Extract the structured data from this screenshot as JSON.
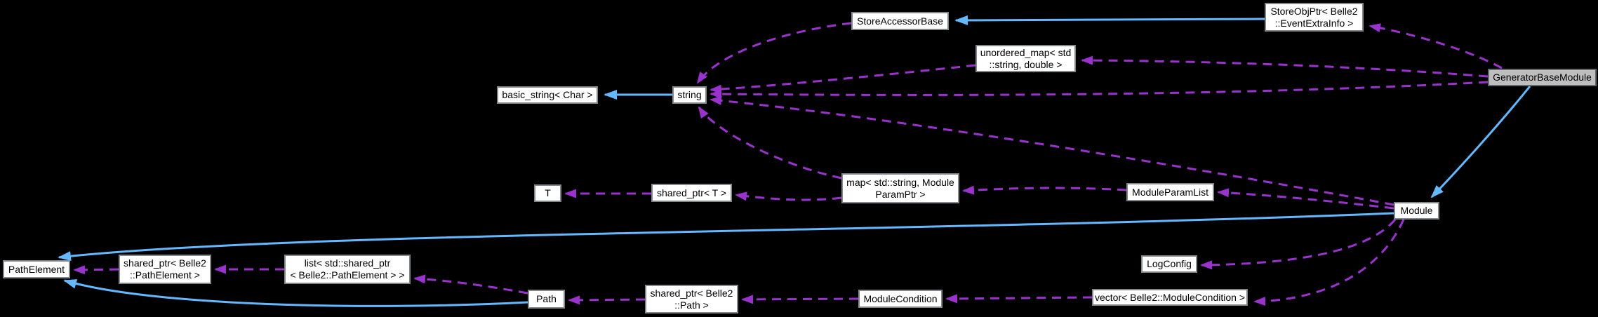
{
  "colors": {
    "background": "#000000",
    "node_fill": "#FFFFFF",
    "node_border": "#82878C",
    "highlight_fill": "#BEBEBE",
    "highlight_border": "#63676B",
    "text": "#000000",
    "inheritance_arrow": "#63B8FF",
    "usage_arrow": "#9A32CD"
  },
  "nodes": {
    "store_accessor_base": {
      "label": "StoreAccessorBase"
    },
    "store_obj_ptr": {
      "line1": "StoreObjPtr< Belle2",
      "line2": "::EventExtraInfo >"
    },
    "unordered_map": {
      "line1": "unordered_map< std",
      "line2": "::string, double >"
    },
    "generator_base_module": {
      "label": "GeneratorBaseModule"
    },
    "basic_string": {
      "label": "basic_string< Char >"
    },
    "string": {
      "label": "string"
    },
    "t": {
      "label": "T"
    },
    "shared_ptr_t": {
      "label": "shared_ptr< T >"
    },
    "map_param": {
      "line1": "map< std::string, Module",
      "line2": "ParamPtr >"
    },
    "module_param_list": {
      "label": "ModuleParamList"
    },
    "module": {
      "label": "Module"
    },
    "path_element": {
      "label": "PathElement"
    },
    "shared_ptr_path_element": {
      "line1": "shared_ptr< Belle2",
      "line2": "::PathElement >"
    },
    "list_shared_ptr": {
      "line1": "list< std::shared_ptr",
      "line2": "< Belle2::PathElement > >"
    },
    "log_config": {
      "label": "LogConfig"
    },
    "path": {
      "label": "Path"
    },
    "shared_ptr_path": {
      "line1": "shared_ptr< Belle2",
      "line2": "::Path >"
    },
    "module_condition": {
      "label": "ModuleCondition"
    },
    "vector_module_condition": {
      "label": "vector< Belle2::ModuleCondition >"
    }
  }
}
